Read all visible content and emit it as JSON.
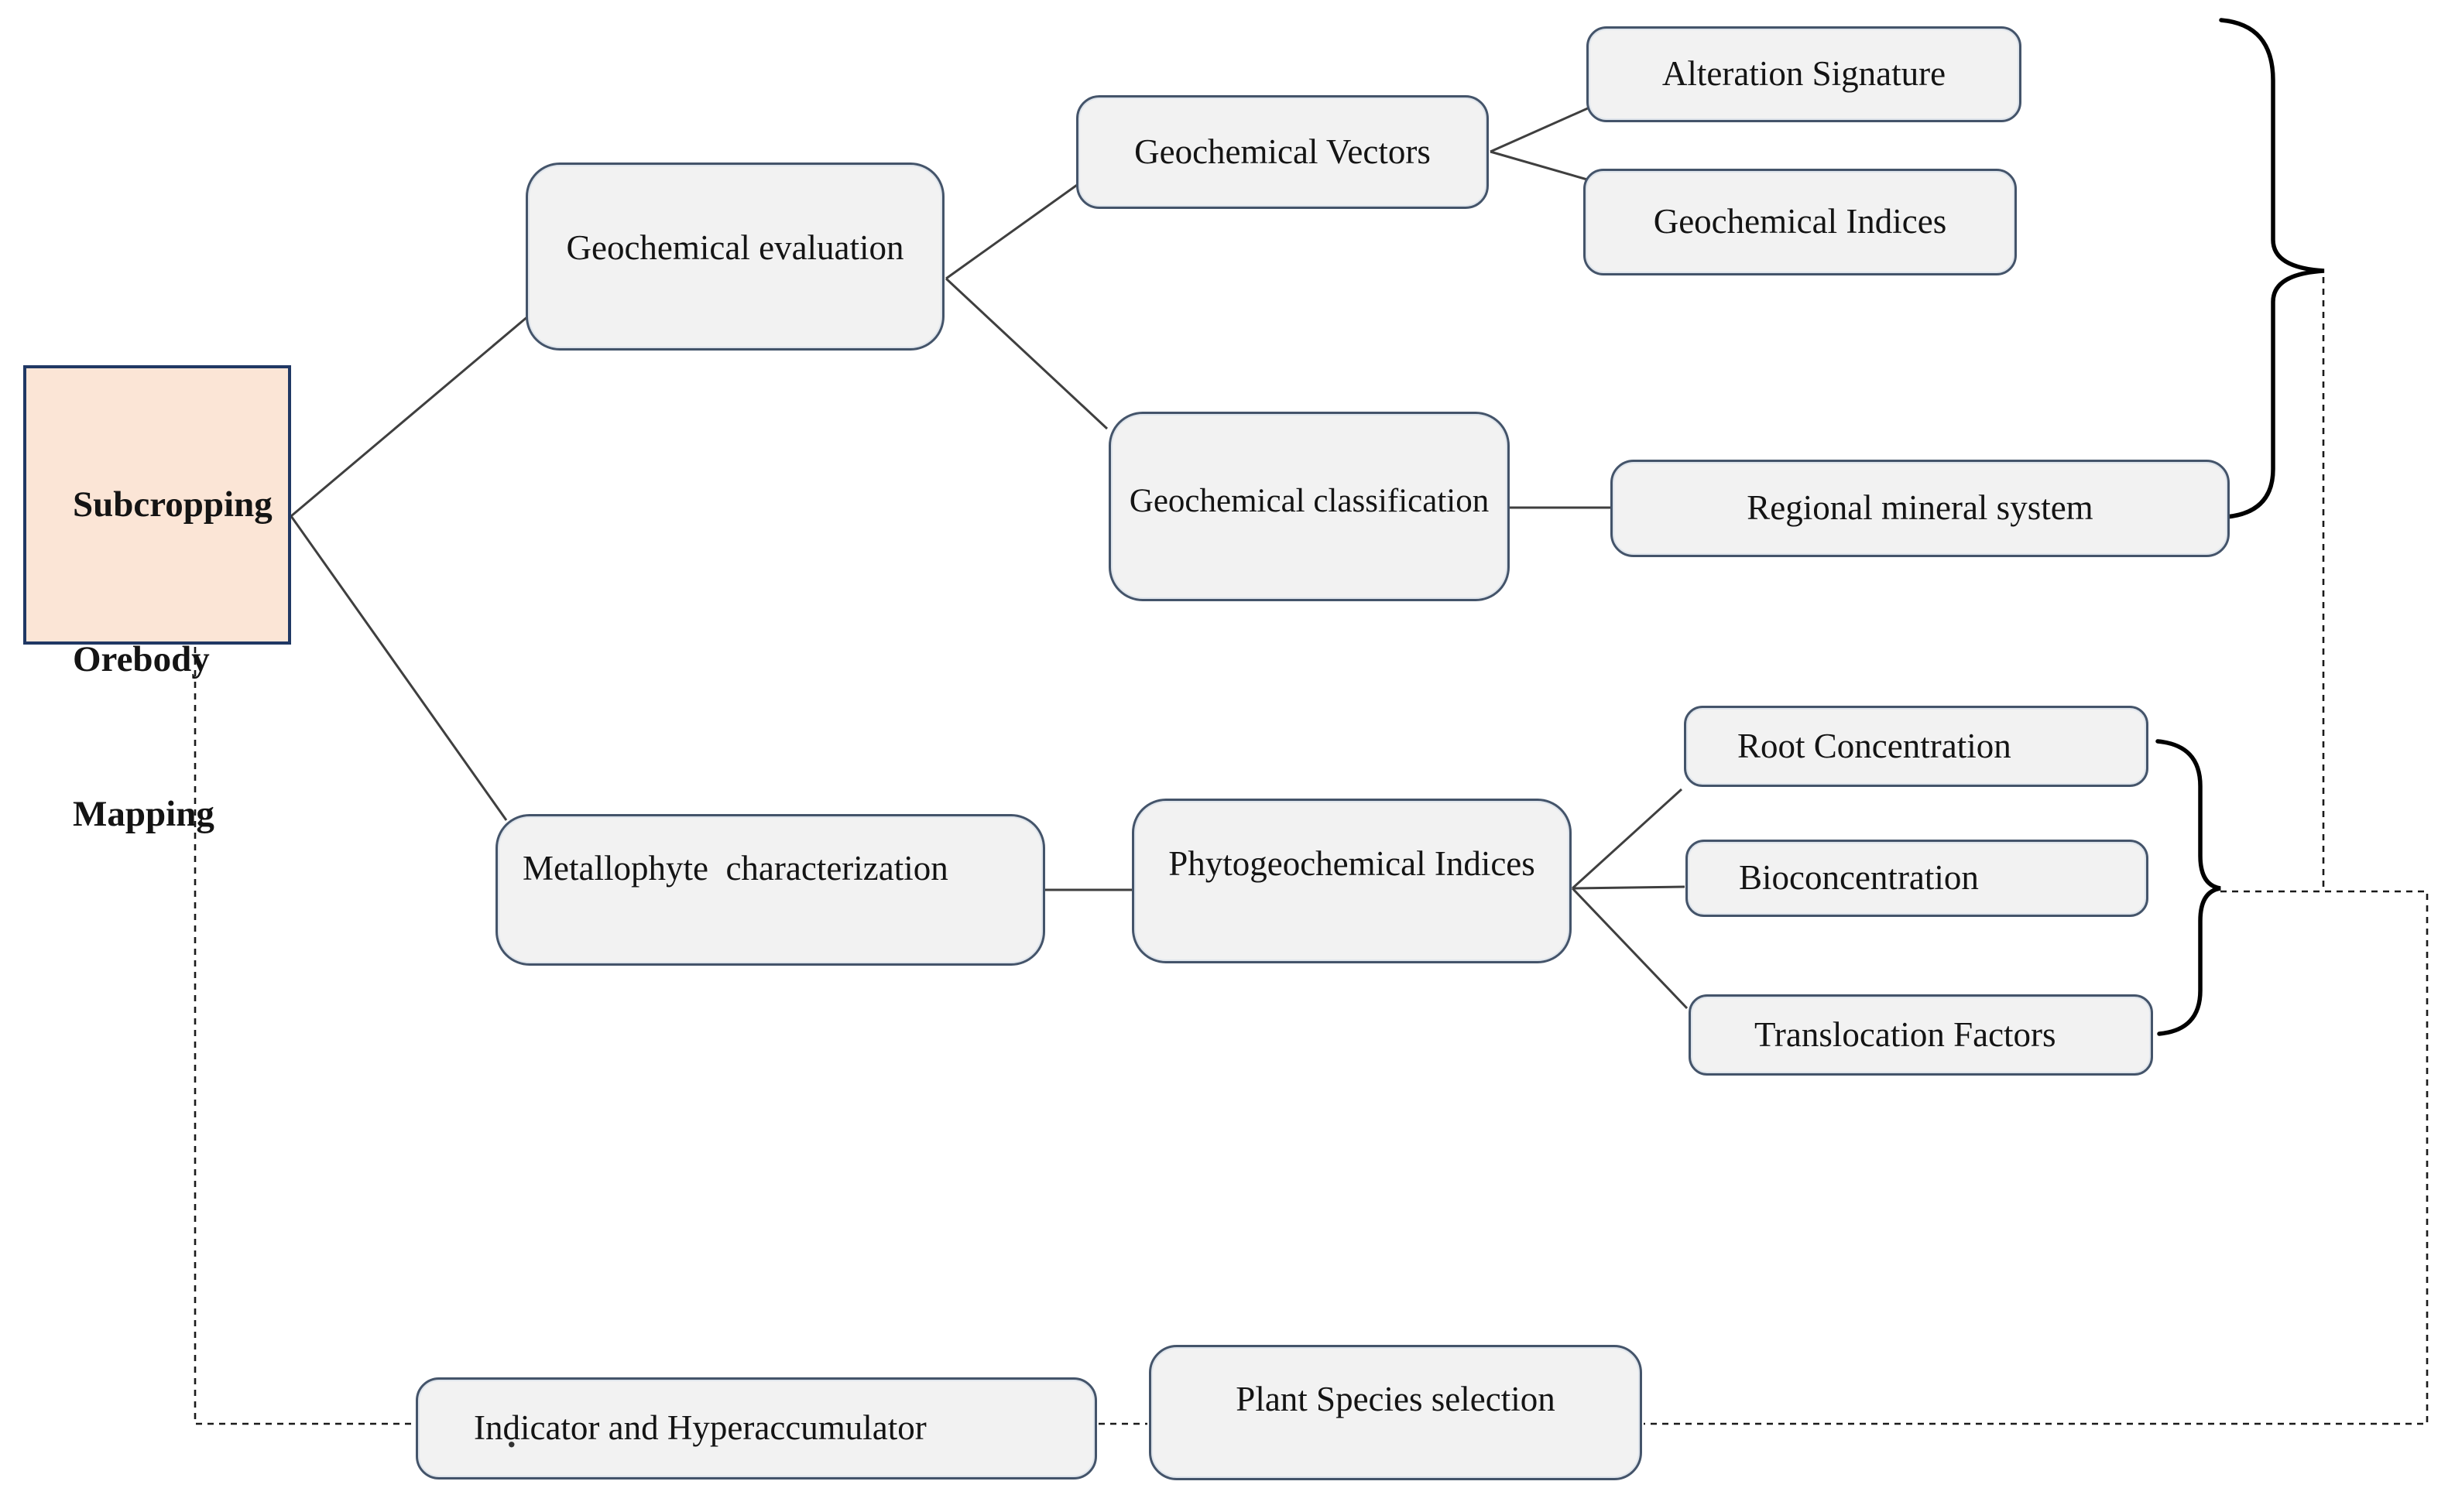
{
  "diagram": {
    "root_node": {
      "lines": [
        "Subcropping",
        "Orebody",
        "Mapping"
      ]
    },
    "nodes": {
      "geochemical_evaluation": "Geochemical evaluation",
      "geochemical_vectors": "Geochemical Vectors",
      "alteration_signature": "Alteration Signature",
      "geochemical_indices": "Geochemical Indices",
      "geochemical_classification": "Geochemical classification",
      "regional_mineral_system": "Regional mineral system",
      "metallophyte_characterization": "Metallophyte  characterization",
      "phytogeochemical_indices": "Phytogeochemical Indices",
      "root_concentration": "Root Concentration",
      "bioconcentration": "Bioconcentration",
      "translocation_factors": "Translocation Factors",
      "indicator_and_hyperaccumulator": "Indicator and Hyperaccumulator",
      "plant_species_selection": "Plant Species selection"
    },
    "stray_dot": ".",
    "colors": {
      "background": "#ffffff",
      "node_fill": "#f2f2f2",
      "node_border": "#44546a",
      "root_fill": "#fbe5d6",
      "root_border": "#203864",
      "connector": "#3f3f3f",
      "brace": "#000000",
      "dashed_line": "#1a1a1a"
    }
  }
}
